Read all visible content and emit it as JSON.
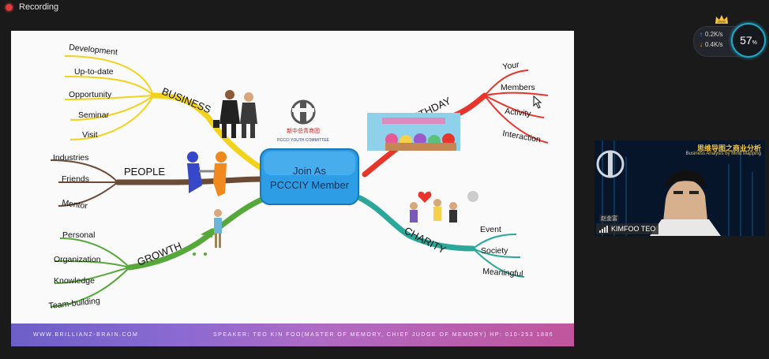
{
  "recording": {
    "label": "Recording"
  },
  "network": {
    "upload": "0.2K/s",
    "download": "0.4K/s",
    "cpu_percent": "57",
    "cpu_unit": "%"
  },
  "slide": {
    "center_line1": "Join As",
    "center_line2": "PCCCIY Member",
    "logo_text": "PCCCI YOUTH COMMITTEE",
    "logo_cn": "新中总青商团",
    "branches": {
      "business": {
        "title": "BUSINESS",
        "items": [
          "Development",
          "Up-to-date",
          "Opportunity",
          "Seminar",
          "Visit"
        ]
      },
      "people": {
        "title": "PEOPLE",
        "items": [
          "Industries",
          "Friends",
          "Mentor"
        ]
      },
      "growth": {
        "title": "GROWTH",
        "items": [
          "Personal",
          "Organization",
          "Knowledge",
          "Team-building"
        ]
      },
      "birthday": {
        "title": "BIRTHDAY",
        "items": [
          "Your",
          "Members",
          "Activity",
          "Interaction"
        ]
      },
      "charity": {
        "title": "CHARITY",
        "items": [
          "Event",
          "Society",
          "Meaningful"
        ]
      }
    },
    "footer_website": "WWW.BRILLIANZ-BRAIN.COM",
    "footer_speaker": "SPEAKER: TEO KIN FOO(MASTER OF MEMORY, CHIEF JUDGE OF MEMORY) HP: 010-253 1886"
  },
  "video": {
    "title_cn": "思维导图之商业分析",
    "title_en": "Business Analysis by Mind Mapping",
    "name_cn": "赵金富",
    "name": "KIMFOO TEO"
  },
  "colors": {
    "business": "#f2d21b",
    "people": "#6b4a36",
    "growth": "#56a83a",
    "birthday": "#e8352b",
    "charity": "#2ba89a",
    "center": "#2d9ee6"
  }
}
